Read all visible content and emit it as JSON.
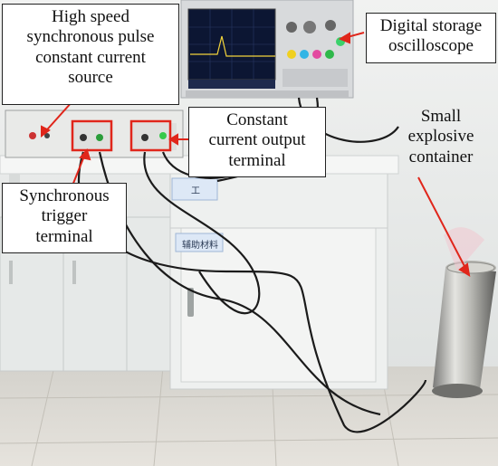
{
  "labels": {
    "pulse_source": [
      "High speed",
      "synchronous pulse",
      "constant current",
      "source"
    ],
    "oscilloscope": [
      "Digital storage",
      "oscilloscope"
    ],
    "output_terminal": [
      "Constant",
      "current output",
      "terminal"
    ],
    "explosive_container": [
      "Small",
      "explosive",
      "container"
    ],
    "trigger_terminal": [
      "Synchronous",
      "trigger",
      "terminal"
    ]
  },
  "photo_signs": {
    "cabinet_top": "工",
    "cabinet_side": "辅助材料"
  },
  "colors": {
    "arrow": "#e0261b",
    "highlight_box": "#e0261b",
    "wall": "#e9ebe9",
    "floor": "#d9d6cf",
    "cabinet": "#eef0ef"
  }
}
